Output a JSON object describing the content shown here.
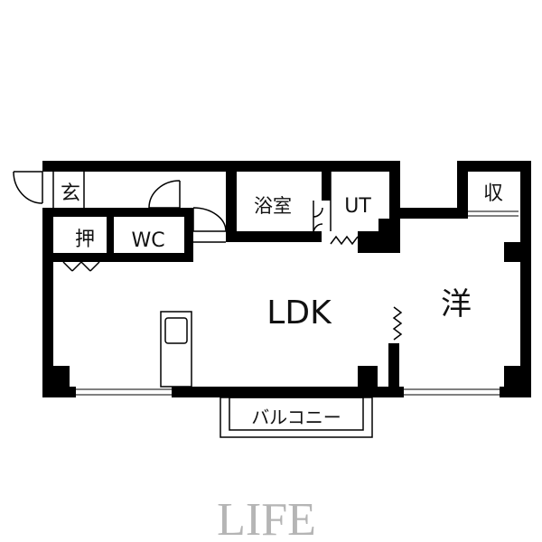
{
  "rooms": {
    "entrance": "玄",
    "closet": "押",
    "wc": "WC",
    "bath": "浴室",
    "utility": "UT",
    "storage": "収",
    "ldk": "LDK",
    "western": "洋",
    "balcony": "バルコニー"
  },
  "brand": "LIFE"
}
